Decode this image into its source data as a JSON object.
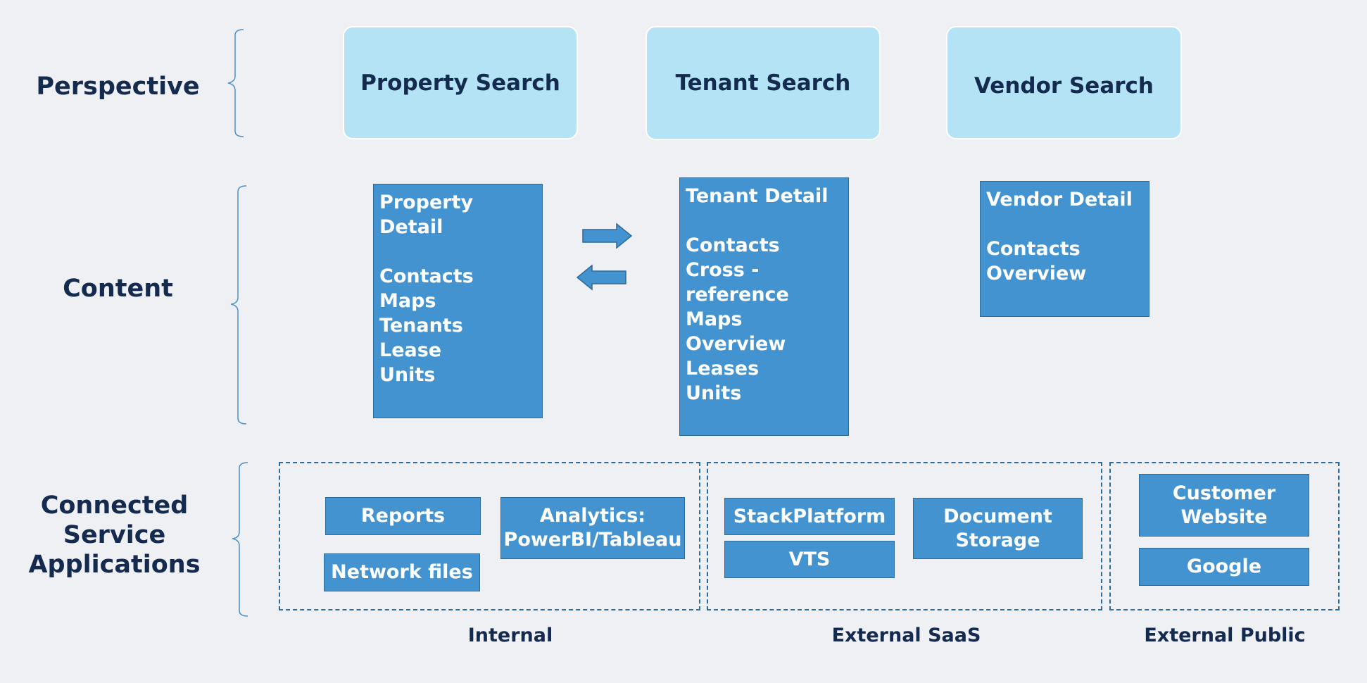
{
  "rows": {
    "perspective": "Perspective",
    "content": "Content",
    "connected": "Connected Service\nApplications"
  },
  "perspective": [
    "Property Search",
    "Tenant Search",
    "Vendor Search"
  ],
  "details": [
    {
      "title": "Property Detail",
      "items": [
        "Contacts",
        "Maps",
        "Tenants",
        "Lease",
        "Units"
      ]
    },
    {
      "title": "Tenant Detail",
      "items": [
        "Contacts",
        "Cross -",
        "reference",
        "Maps",
        "Overview",
        "Leases",
        "Units"
      ]
    },
    {
      "title": "Vendor Detail",
      "items": [
        "Contacts",
        "Overview"
      ]
    }
  ],
  "services": {
    "internal": {
      "label": "Internal",
      "items": [
        "Reports",
        "Analytics:\nPowerBI/Tableau",
        "Network files"
      ]
    },
    "external_saas": {
      "label": "External SaaS",
      "items": [
        "StackPlatform",
        "VTS",
        "Document\nStorage"
      ]
    },
    "external_public": {
      "label": "External Public",
      "items": [
        "Customer\nWebsite",
        "Google"
      ]
    }
  },
  "colors": {
    "background": "#eef0f4",
    "perspective_fill": "#b4e3f6",
    "box_fill": "#4393d0",
    "box_border": "#2d6b9a",
    "text_dark": "#152a4f"
  }
}
